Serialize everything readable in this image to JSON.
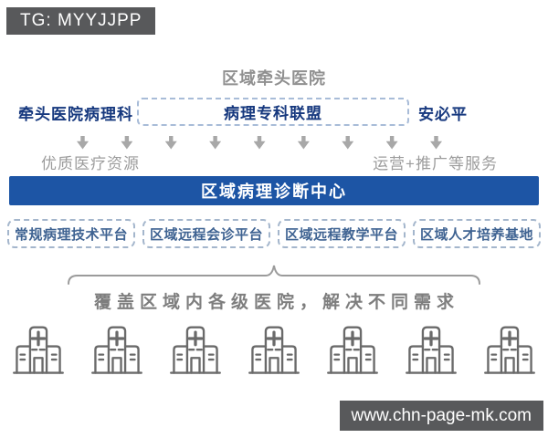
{
  "badges": {
    "telegram": "TG: MYYJJPP",
    "website": "www.chn-page-mk.com"
  },
  "header": {
    "title": "区域牵头医院"
  },
  "alliance_row": {
    "left_label": "牵头医院病理科",
    "center_label": "病理专科联盟",
    "right_label": "安必平"
  },
  "flow": {
    "arrow_count": 9,
    "left_caption": "优质医疗资源",
    "right_caption": "运营+推广等服务"
  },
  "center_bar": {
    "label": "区域病理诊断中心"
  },
  "platforms": [
    {
      "label": "常规病理技术平台"
    },
    {
      "label": "区域远程会诊平台"
    },
    {
      "label": "区域远程教学平台"
    },
    {
      "label": "区域人才培养基地"
    }
  ],
  "coverage": {
    "text": "覆盖区域内各级医院，解决不同需求",
    "hospital_count": 7
  },
  "colors": {
    "navy_text": "#16387e",
    "center_bar_blue": "#1d55a5",
    "gray_title": "#909090",
    "platform_text": "#3f6392",
    "badge_background": "#58595b"
  }
}
